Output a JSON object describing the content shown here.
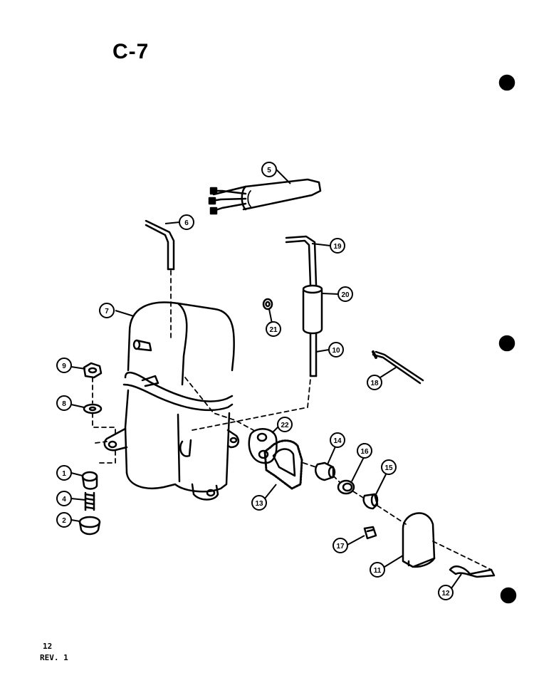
{
  "diagram": {
    "title": "C-7",
    "page_number": "12",
    "revision": "REV. 1",
    "callouts": [
      "1",
      "2",
      "4",
      "5",
      "6",
      "7",
      "8",
      "9",
      "10",
      "11",
      "12",
      "13",
      "14",
      "15",
      "16",
      "17",
      "18",
      "19",
      "20",
      "21",
      "22"
    ]
  }
}
